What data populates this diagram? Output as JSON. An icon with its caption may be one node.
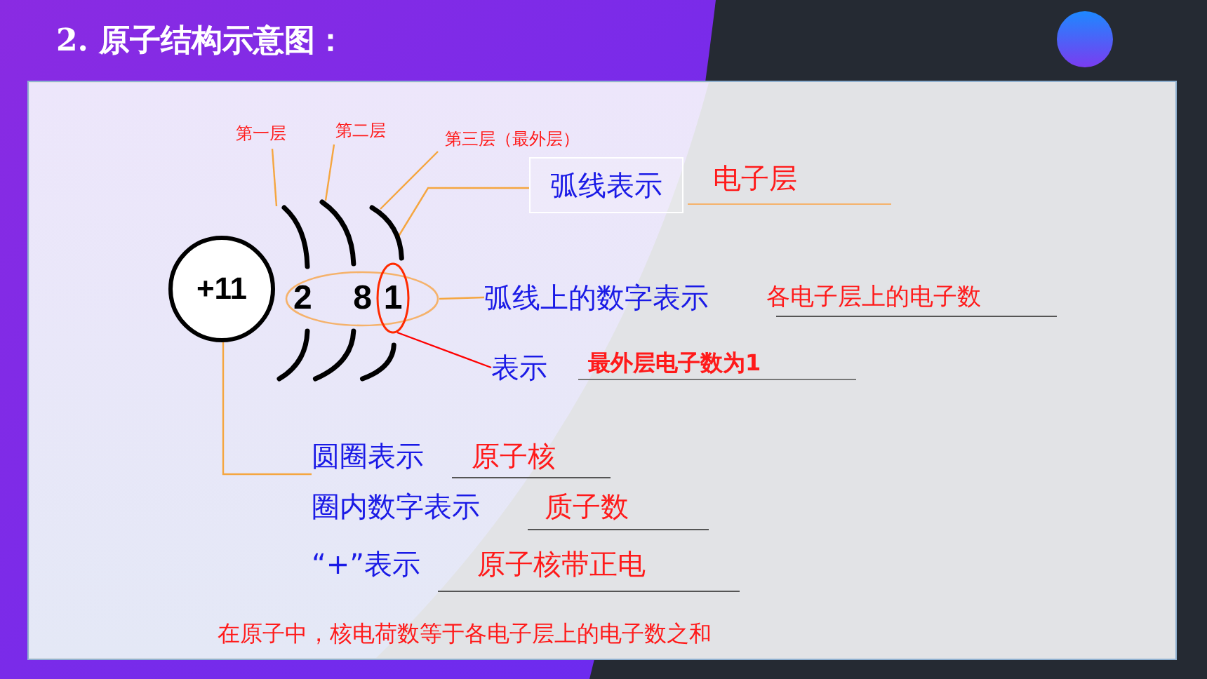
{
  "diagram": {
    "title": "2. 原子结构示意图：",
    "nodes": [
      {
        "text": [
          "第一层"
        ]
      },
      {
        "text": [
          "第二层"
        ]
      },
      {
        "text": [
          "第三层（最外层）"
        ]
      },
      {
        "text": [],
        "shape": "arc"
      },
      {
        "text": [],
        "shape": "arc"
      },
      {
        "text": [],
        "shape": "arc"
      },
      {
        "text": [
          "+11"
        ]
      },
      {
        "text": [
          "2",
          "8"
        ]
      },
      {
        "text": [
          "1"
        ],
        "in": 7
      },
      {
        "text": [
          "弧线表示"
        ],
        "beside": [
          "电子层"
        ]
      },
      {
        "text": [
          "弧线上的数字表示"
        ],
        "beside": [
          "各电子层上的电子数"
        ]
      },
      {
        "text": [
          "表示"
        ],
        "beside": [
          "最外层电子数为1"
        ]
      },
      {
        "text": [
          "圆圈表示"
        ],
        "beside": [
          "原子核"
        ]
      }
    ],
    "edges": [
      {
        "from": 0,
        "to": 3,
        "arrow": "none"
      },
      {
        "from": 1,
        "to": 4,
        "arrow": "none"
      },
      {
        "from": 2,
        "to": 5,
        "arrow": "none"
      },
      {
        "from": 9,
        "to": 5,
        "arrow": "none"
      },
      {
        "from": 10,
        "to": 7,
        "arrow": "none"
      },
      {
        "from": 11,
        "to": 8,
        "arrow": "none",
        "color": "#ff0000"
      },
      {
        "from": 12,
        "to": 6,
        "arrow": "none"
      }
    ],
    "labels": [
      "圈内数字表示",
      "质子数",
      "“+”表示",
      "原子核带正电",
      "在原子中，核电荷数等于各电子层上的电子数之和"
    ]
  }
}
